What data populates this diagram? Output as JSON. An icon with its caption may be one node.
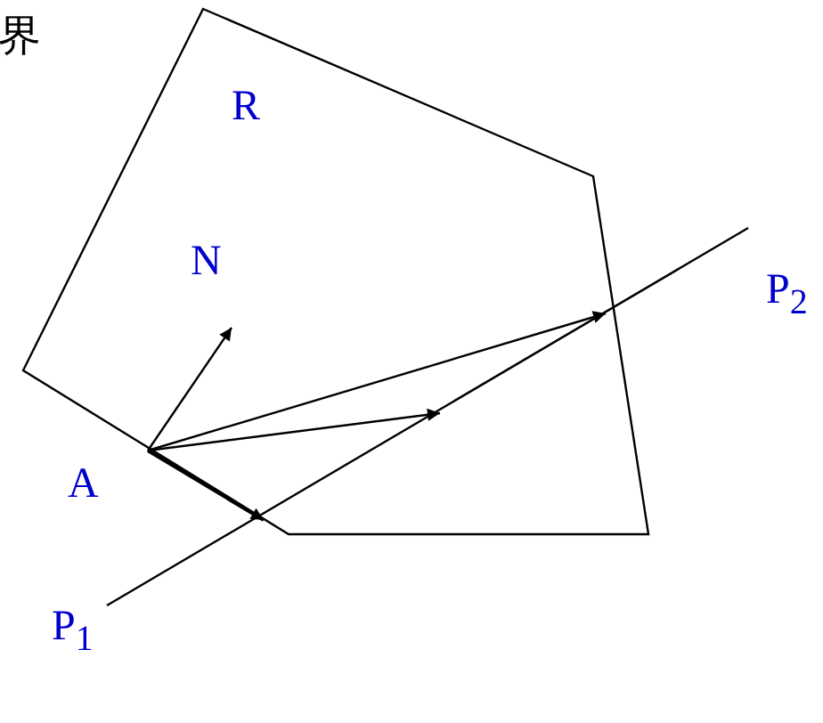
{
  "diagram": {
    "labels": [
      "界",
      "R",
      "N",
      "A",
      "P$_{2}$",
      "P$_{1}$"
    ]
  }
}
